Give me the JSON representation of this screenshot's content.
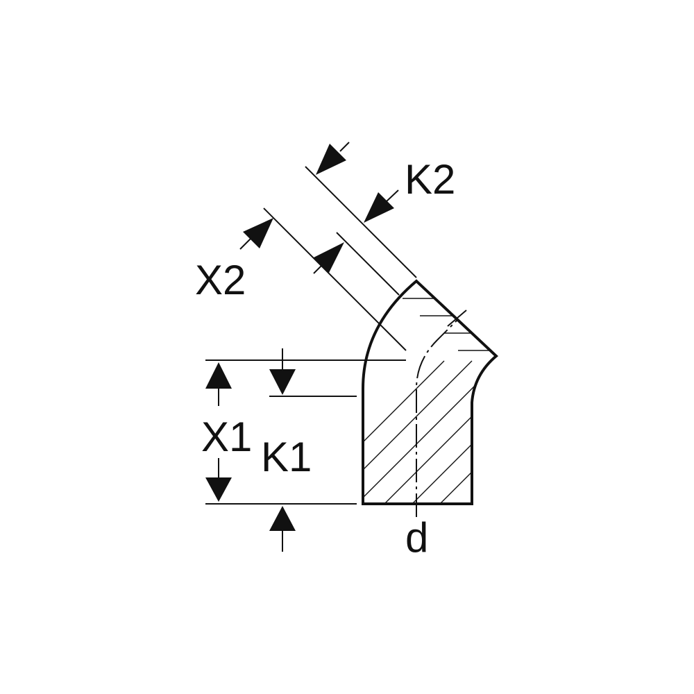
{
  "labels": {
    "k2": "K2",
    "x2": "X2",
    "x1": "X1",
    "k1": "K1",
    "d": "d"
  },
  "colors": {
    "ink": "#111111",
    "background": "#ffffff"
  }
}
